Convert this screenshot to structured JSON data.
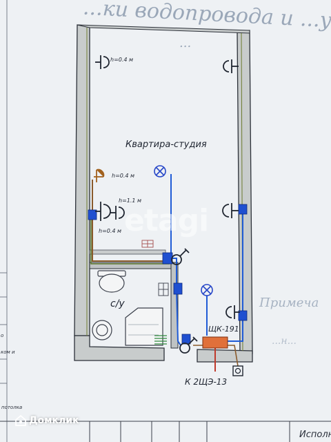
{
  "header": {
    "faint_line_1": "...ки водопровода и ...у ...",
    "faint_line_2": "..."
  },
  "room": {
    "main_label": "Квартира-студия",
    "bathroom_label": "с/у"
  },
  "heights": {
    "socket_top_left": "h=0.4 м",
    "socket_wall_left": "h=0.4 м",
    "switch_mid": "h=1.1 м",
    "socket_lower_left": "h=0.4 м"
  },
  "panel": {
    "label": "ЩК-191"
  },
  "feed": {
    "label": "К 2ЩЭ-13"
  },
  "margin_notes": {
    "note_1": "о",
    "note_2": "ком и",
    "note_3": "потолка"
  },
  "side_faint": {
    "note_1": "Примеча",
    "note_2": "...н..."
  },
  "watermark": "etagi",
  "brand": "Домклик",
  "stamp": "Исполни",
  "colors": {
    "wall_fill": "#bfc3c4",
    "wall_stroke": "#2b3038",
    "cable_blue": "#1f5bd6",
    "cable_brown": "#8a5a2b",
    "junction_box": "#1f4fd0",
    "panel_fill": "#e0703a",
    "lamp_stroke": "#2646c8",
    "socket_brown": "#a2621e"
  }
}
